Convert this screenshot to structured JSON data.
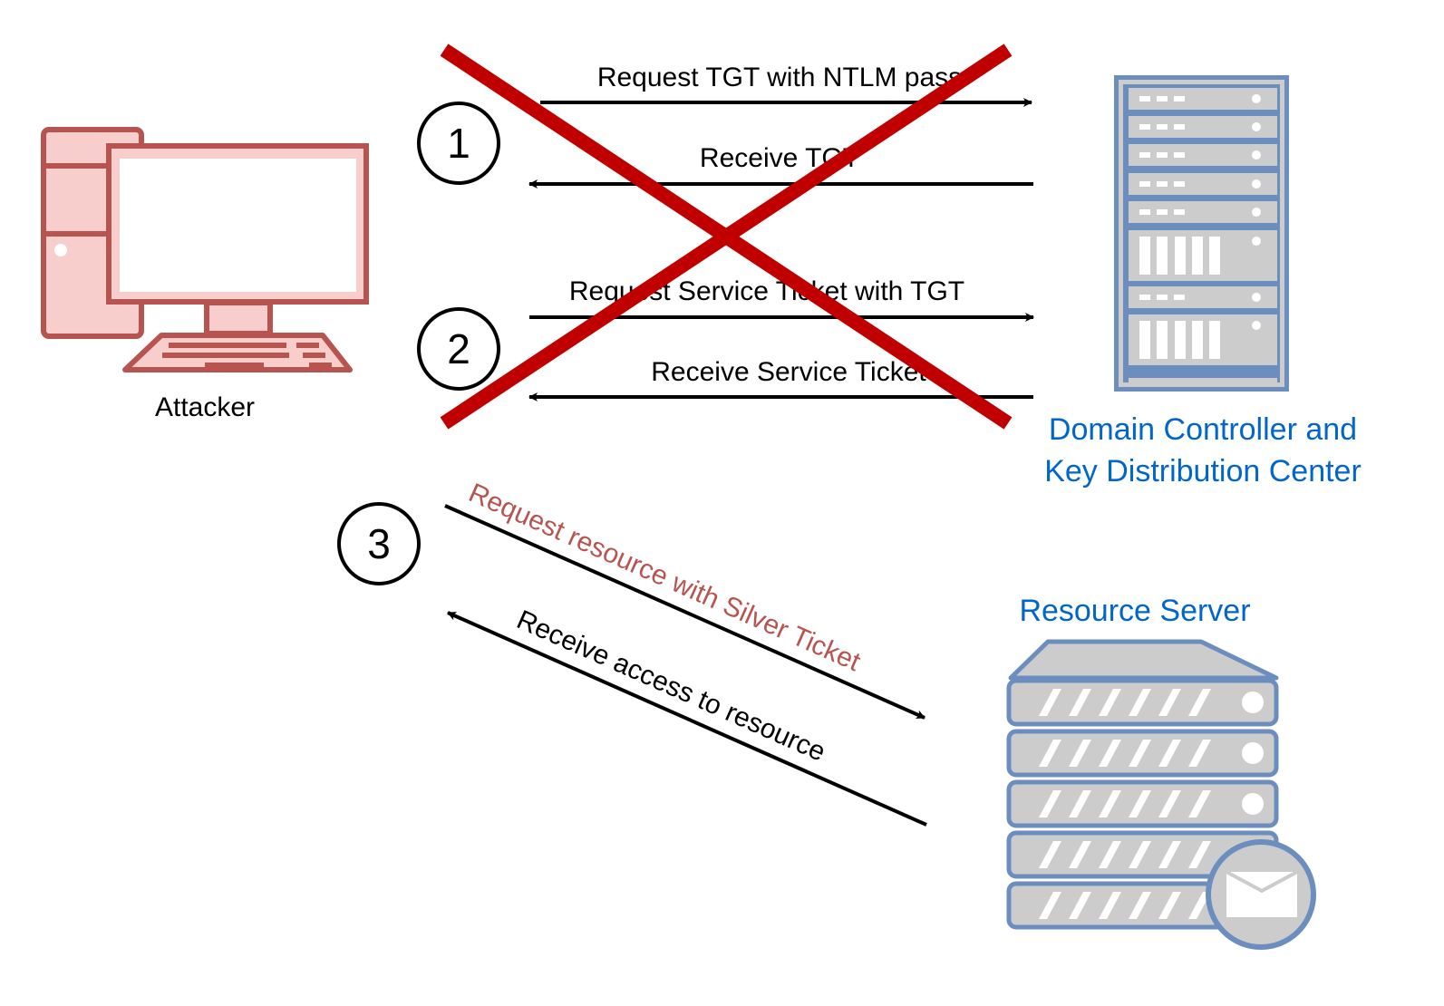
{
  "colors": {
    "attacker_stroke": "#b85450",
    "attacker_fill": "#f8cecc",
    "server_stroke": "#6c8ebf",
    "server_fill": "#cccccc",
    "node_label": "#0066cc",
    "cross": "#c00000",
    "silver_label": "#b85450",
    "arrow": "#000000"
  },
  "nodes": {
    "attacker": {
      "label": "Attacker",
      "icon": "desktop-computer-icon"
    },
    "dc": {
      "label_line1": "Domain Controller and",
      "label_line2": "Key Distribution Center",
      "icon": "server-rack-icon"
    },
    "resource": {
      "label": "Resource Server",
      "icon": "mail-server-icon"
    }
  },
  "steps": [
    {
      "number": "1",
      "status": "skipped"
    },
    {
      "number": "2",
      "status": "skipped"
    },
    {
      "number": "3",
      "status": "performed"
    }
  ],
  "messages": {
    "m1": "Request TGT with NTLM pass",
    "m2": "Receive TGT",
    "m3": "Request Service Ticket with TGT",
    "m4": "Receive Service Ticket",
    "m5": "Request resource with Silver Ticket",
    "m6": "Receive access to resource"
  }
}
